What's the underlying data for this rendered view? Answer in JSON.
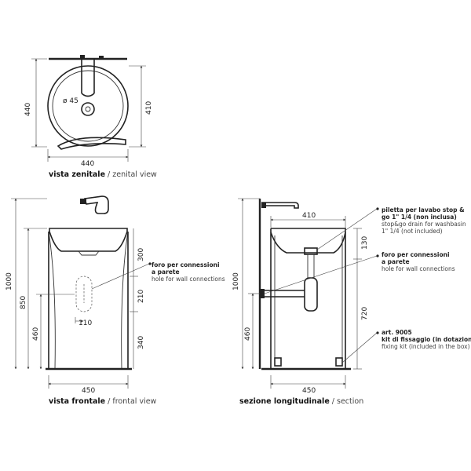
{
  "zenital": {
    "dims": {
      "width": "440",
      "depth_left": "440",
      "depth_right": "410",
      "hole": "ø 45"
    },
    "caption": {
      "it": "vista zenitale",
      "en": " / zenital view"
    }
  },
  "frontal": {
    "dims": {
      "width": "450",
      "total_height": "1000",
      "h850": "850",
      "h460": "460",
      "h300": "300",
      "h210": "210",
      "h340": "340",
      "hole": "110"
    },
    "note": {
      "it1": "foro per connessioni",
      "it2": "a parete",
      "en": "hole for wall connections"
    },
    "caption": {
      "it": "vista frontale",
      "en": " / frontal view"
    }
  },
  "section": {
    "dims": {
      "width": "450",
      "top_width": "410",
      "total_height": "1000",
      "h460": "460",
      "h130": "130",
      "h720": "720"
    },
    "notes": {
      "drain": {
        "it1": "piletta per lavabo stop &",
        "it2": "go 1\" 1/4 (non inclusa)",
        "en1": "stop&go drain for washbasin",
        "en2": "1\" 1/4 (not included)"
      },
      "hole": {
        "it1": "foro per connessioni",
        "it2": "a parete",
        "en": "hole for wall connections"
      },
      "kit": {
        "it1": "art. 9005",
        "it2": "kit di fissaggio (in dotazione)",
        "en": "fixing kit (included in the box)"
      }
    },
    "caption": {
      "it": "sezione longitudinale",
      "en": " / section"
    }
  }
}
